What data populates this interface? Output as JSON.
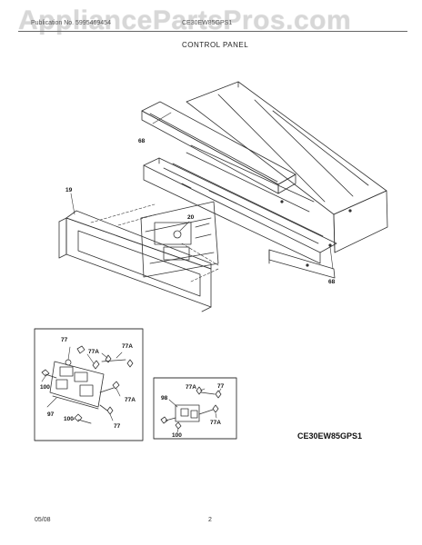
{
  "watermark": "AppliancePartsPros.com",
  "header": {
    "left_text": "Publication No. 5995469454",
    "right_text": "CE30EW85GPS1"
  },
  "section_title": "CONTROL PANEL",
  "callouts": {
    "c68_top": "68",
    "c68_right": "68",
    "c19": "19",
    "c20": "20",
    "d1_77_top": "77",
    "d1_77A_a": "77A",
    "d1_77A_b": "77A",
    "d1_100_left": "100",
    "d1_97": "97",
    "d1_100_bottom": "100",
    "d1_77A_c": "77A",
    "d1_77_bottom": "77",
    "d2_77A": "77A",
    "d2_77": "77",
    "d2_98": "98",
    "d2_77A_b": "77A",
    "d2_100": "100"
  },
  "model_code": "CE30EW85GPS1",
  "footer": {
    "date": "05/08",
    "page": "2"
  }
}
